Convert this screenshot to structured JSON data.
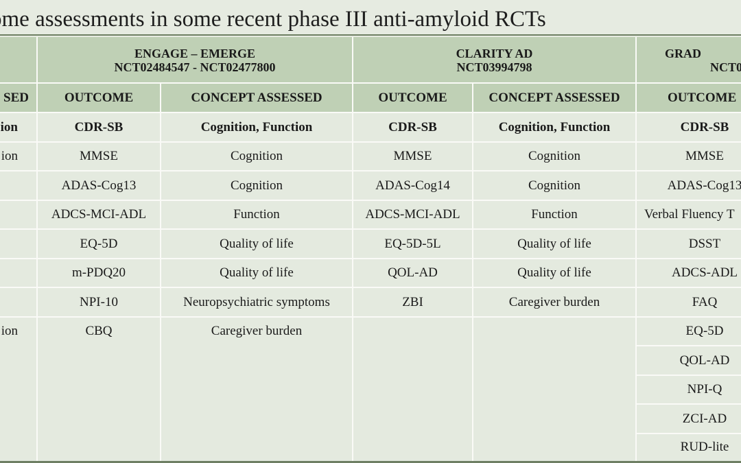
{
  "title": "ome assessments in some recent phase III anti-amyloid RCTs",
  "groups": [
    {
      "name": "",
      "nct": ""
    },
    {
      "name": "ENGAGE – EMERGE",
      "nct": "NCT02484547 - NCT02477800"
    },
    {
      "name": "CLARITY AD",
      "nct": "NCT03994798"
    },
    {
      "name": "GRAD",
      "nct": "NCT0"
    }
  ],
  "col_headers": [
    "SED",
    "OUTCOME",
    "CONCEPT ASSESSED",
    "OUTCOME",
    "CONCEPT ASSESSED",
    "OUTCOME"
  ],
  "rows": [
    [
      "ion",
      "CDR-SB",
      "Cognition, Function",
      "CDR-SB",
      "Cognition, Function",
      "CDR-SB"
    ],
    [
      "ion",
      "MMSE",
      "Cognition",
      "MMSE",
      "Cognition",
      "MMSE"
    ],
    [
      "",
      "ADAS-Cog13",
      "Cognition",
      "ADAS-Cog14",
      "Cognition",
      "ADAS-Cog13"
    ],
    [
      "",
      "ADCS-MCI-ADL",
      "Function",
      "ADCS-MCI-ADL",
      "Function",
      "Verbal Fluency T"
    ],
    [
      "",
      "EQ-5D",
      "Quality of life",
      "EQ-5D-5L",
      "Quality of life",
      "DSST"
    ],
    [
      "",
      "m-PDQ20",
      "Quality of life",
      "QOL-AD",
      "Quality of life",
      "ADCS-ADL"
    ],
    [
      "",
      "NPI-10",
      "Neuropsychiatric symptoms",
      "ZBI",
      "Caregiver burden",
      "FAQ"
    ],
    [
      "ion",
      "CBQ",
      "Caregiver burden",
      "",
      "",
      "EQ-5D"
    ],
    [
      "",
      "",
      "",
      "",
      "",
      "QOL-AD"
    ],
    [
      "",
      "",
      "",
      "",
      "",
      "NPI-Q"
    ],
    [
      "",
      "",
      "",
      "",
      "",
      "ZCI-AD"
    ],
    [
      "",
      "",
      "",
      "",
      "",
      "RUD-lite"
    ]
  ],
  "colors": {
    "header_bg": "#bfd0b5",
    "body_bg": "#e4eadf",
    "rule": "#6e7f63"
  }
}
